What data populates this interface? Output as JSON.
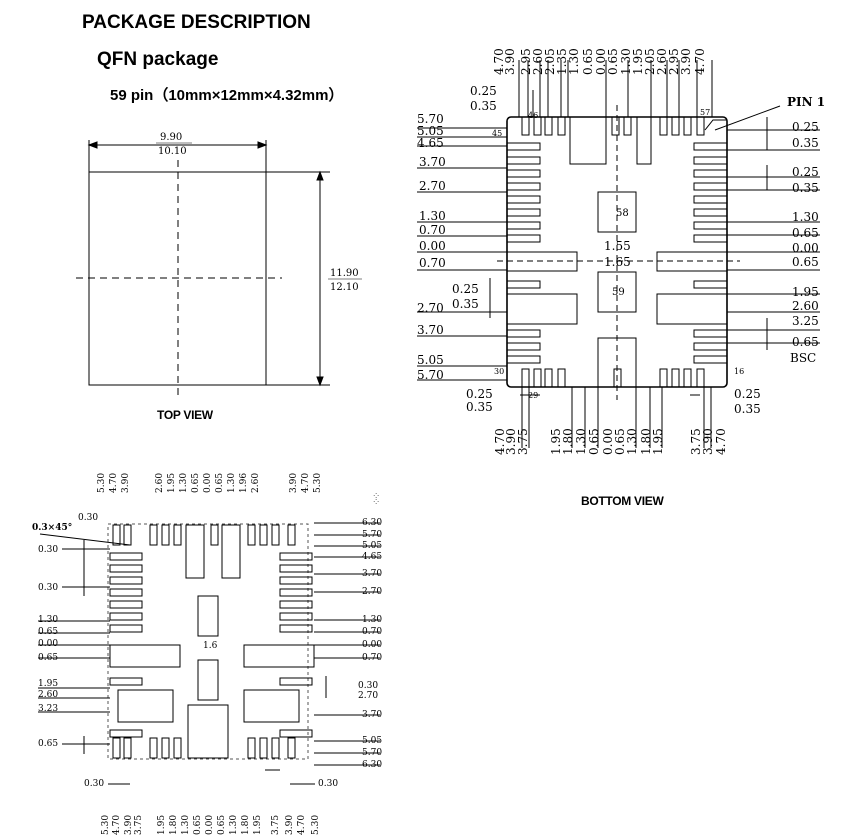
{
  "header": {
    "title": "PACKAGE DESCRIPTION",
    "subtitle": "QFN package",
    "pin_info": "59 pin（10mm×12mm×4.32mm）"
  },
  "top_view": {
    "caption": "TOP VIEW",
    "width_min": "9.90",
    "width_max": "10.10",
    "height_min": "11.90",
    "height_max": "12.10"
  },
  "bottom_view": {
    "caption": "BOTTOM VIEW",
    "pin1_label": "PIN 1",
    "pad_labels": {
      "p58": "58",
      "p59": "59",
      "p45": "45",
      "p57": "57",
      "p46": "46",
      "p30": "30",
      "p16": "16",
      "p29": "29"
    },
    "top_dims": [
      "4.70",
      "3.90",
      "2.95",
      "2.60",
      "2.05",
      "1.35",
      "1.30",
      "0.65",
      "0.00",
      "0.65",
      "1.30",
      "1.95",
      "2.05",
      "2.60",
      "2.95",
      "3.90",
      "4.70"
    ],
    "bottom_dims": [
      "4.70",
      "3.90",
      "3.75",
      "1.95",
      "1.80",
      "1.30",
      "0.65",
      "0.00",
      "0.65",
      "1.30",
      "1.80",
      "1.95",
      "3.75",
      "3.90",
      "4.70"
    ],
    "left_dims": [
      "5.70",
      "5.05",
      "4.65",
      "3.70",
      "2.70",
      "1.30",
      "0.70",
      "0.00",
      "0.70",
      "2.70",
      "3.70",
      "5.05",
      "5.70"
    ],
    "left_pitch": [
      "0.25",
      "0.35"
    ],
    "top_pitch": [
      "0.25",
      "0.35"
    ],
    "bottom_pitch": [
      "0.25",
      "0.35"
    ],
    "right_dims": [
      "0.25",
      "0.35",
      "0.25",
      "0.35",
      "1.30",
      "0.65",
      "0.00",
      "0.65",
      "1.95",
      "2.60",
      "3.25",
      "0.65",
      "BSC"
    ],
    "right_bottom_pitch": [
      "0.25",
      "0.35"
    ],
    "center_dims": [
      "1.55",
      "1.65"
    ]
  },
  "land_pattern": {
    "chamfer": "0.3×45°",
    "top_dims": [
      "5.30",
      "4.70",
      "3.90",
      "2.60",
      "1.95",
      "1.30",
      "0.65",
      "0.00",
      "0.65",
      "1.30",
      "1.96",
      "2.60",
      "3.90",
      "4.70",
      "5.30"
    ],
    "bottom_dims": [
      "5.30",
      "4.70",
      "3.90",
      "3.75",
      "1.95",
      "1.80",
      "1.30",
      "0.65",
      "0.00",
      "0.65",
      "1.30",
      "1.80",
      "1.95",
      "3.75",
      "3.90",
      "4.70",
      "5.30"
    ],
    "left_dims": [
      "0.30",
      "0.30",
      "0.30",
      "1.30",
      "0.65",
      "0.00",
      "0.65",
      "1.95",
      "2.60",
      "3.23",
      "0.65",
      "0.30"
    ],
    "right_dims": [
      "6.30",
      "5.70",
      "5.05",
      "4.65",
      "3.70",
      "2.70",
      "1.30",
      "0.70",
      "0.00",
      "0.70",
      "0.30",
      "2.70",
      "3.70",
      "5.05",
      "5.70",
      "6.30",
      "0.30"
    ],
    "center": "1.6"
  }
}
